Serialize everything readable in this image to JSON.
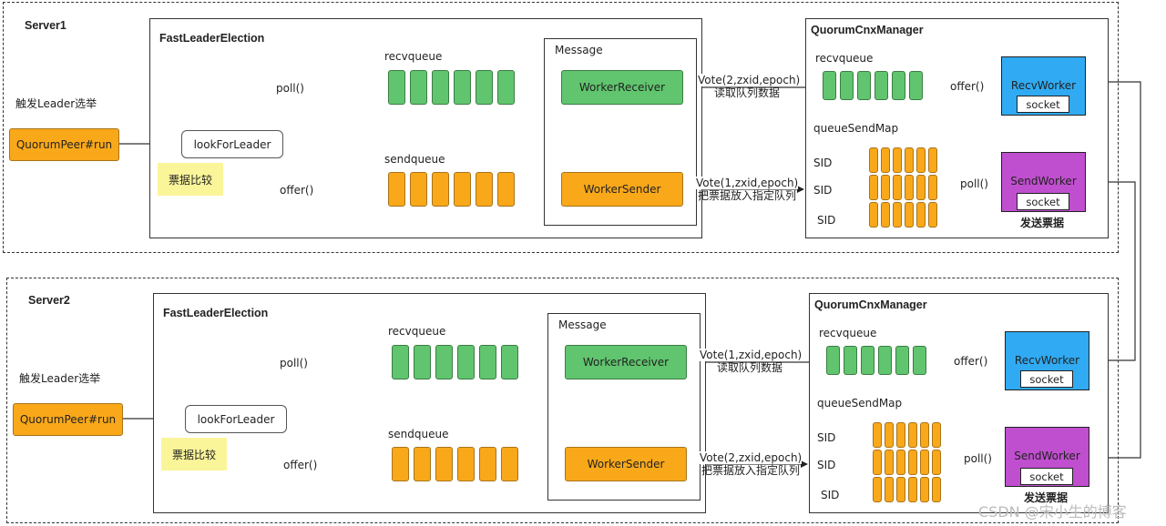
{
  "servers": [
    {
      "title": "Server1",
      "trigger_label": "触发Leader选举",
      "quorum_peer": "QuorumPeer#run",
      "fle": {
        "title": "FastLeaderElection",
        "recvqueue": "recvqueue",
        "sendqueue": "sendqueue",
        "poll": "poll()",
        "offer": "offer()",
        "look_for_leader": "lookForLeader",
        "note": "票据比较"
      },
      "message": {
        "title": "Message",
        "worker_receiver": "WorkerReceiver",
        "worker_sender": "WorkerSender"
      },
      "vote_recv": {
        "line1": "Vote(2,zxid,epoch)",
        "line2": "读取队列数据"
      },
      "vote_send": {
        "line1": "Vote(1,zxid,epoch)",
        "line2": "把票据放入指定队列"
      },
      "qcm": {
        "title": "QuorumCnxManager",
        "recvqueue": "recvqueue",
        "queue_send_map": "queueSendMap",
        "sid_labels": [
          "SID",
          "SID",
          "SID"
        ],
        "offer": "offer()",
        "poll": "poll()",
        "recv_worker": "RecvWorker",
        "send_worker": "SendWorker",
        "socket": "socket",
        "send_caption": "发送票据"
      }
    },
    {
      "title": "Server2",
      "trigger_label": "触发Leader选举",
      "quorum_peer": "QuorumPeer#run",
      "fle": {
        "title": "FastLeaderElection",
        "recvqueue": "recvqueue",
        "sendqueue": "sendqueue",
        "poll": "poll()",
        "offer": "offer()",
        "look_for_leader": "lookForLeader",
        "note": "票据比较"
      },
      "message": {
        "title": "Message",
        "worker_receiver": "WorkerReceiver",
        "worker_sender": "WorkerSender"
      },
      "vote_recv": {
        "line1": "Vote(1,zxid,epoch)",
        "line2": "读取队列数据"
      },
      "vote_send": {
        "line1": "Vote(2,zxid,epoch)",
        "line2": "把票据放入指定队列"
      },
      "qcm": {
        "title": "QuorumCnxManager",
        "recvqueue": "recvqueue",
        "queue_send_map": "queueSendMap",
        "sid_labels": [
          "SID",
          "SID",
          "SID"
        ],
        "offer": "offer()",
        "poll": "poll()",
        "recv_worker": "RecvWorker",
        "send_worker": "SendWorker",
        "socket": "socket",
        "send_caption": "发送票据"
      }
    }
  ],
  "watermark": "CSDN @宋小生的博客",
  "colors": {
    "queue_green": "#60c56e",
    "queue_orange": "#f9a81a",
    "recv_worker_blue": "#30aaf2",
    "send_worker_purple": "#bf4fcf",
    "note_yellow": "#fbf59a"
  }
}
